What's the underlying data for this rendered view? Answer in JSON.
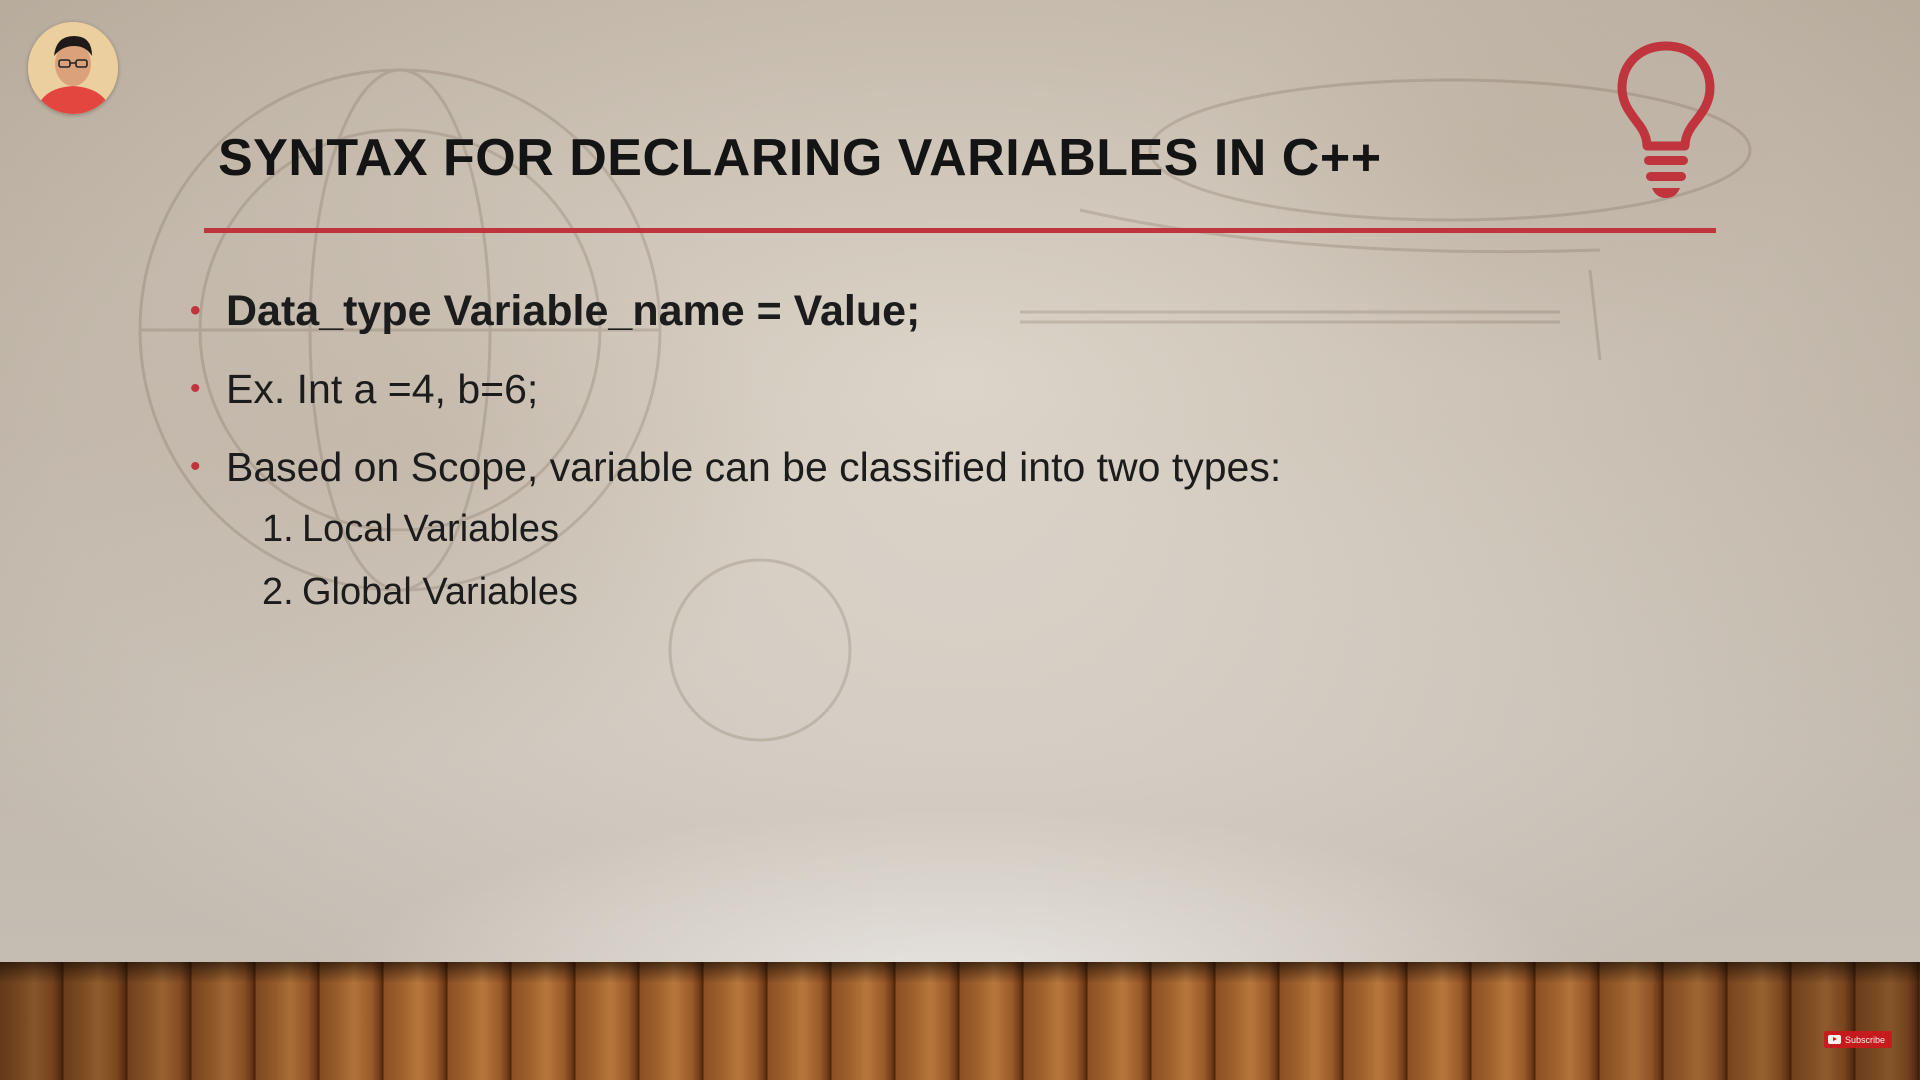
{
  "slide": {
    "title": "SYNTAX FOR DECLARING VARIABLES IN C++",
    "accent_color": "#c0343d",
    "bullets": [
      "Data_type Variable_name = Value;",
      "Ex. Int a =4, b=6;",
      "Based on Scope, variable can be classified into two types:"
    ],
    "sub_items": [
      {
        "number": "1.",
        "text": "Local Variables"
      },
      {
        "number": "2.",
        "text": "Global Variables"
      }
    ]
  },
  "presenter": {
    "avatar_icon": "presenter-avatar"
  },
  "decor": {
    "title_icon": "lightbulb-icon",
    "background": "parchment-wall-with-wooden-floor"
  },
  "watermark": {
    "subscribe_label": "Subscribe",
    "icon": "youtube-icon"
  }
}
